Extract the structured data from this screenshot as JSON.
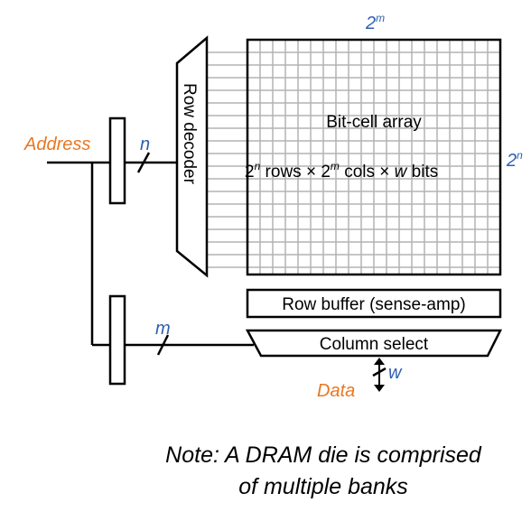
{
  "labels": {
    "address": "Address",
    "n": "n",
    "m": "m",
    "row_decoder": "Row decoder",
    "top_dim": "2",
    "top_dim_exp": "m",
    "right_dim": "2",
    "right_dim_exp": "n",
    "bitcell_title": "Bit-cell array",
    "dims_line": {
      "a_base": "2",
      "a_exp": "n",
      "a_text": " rows ",
      "times1": "×",
      "b_base": " 2",
      "b_exp": "m",
      "b_text": " cols ",
      "times2": "×",
      "w": " w",
      "bits": " bits"
    },
    "row_buffer": "Row buffer (sense-amp)",
    "column_select": "Column select",
    "data": "Data",
    "w": "w"
  },
  "note": {
    "line1": "Note: A DRAM die is comprised",
    "line2": "of multiple banks"
  },
  "colors": {
    "orange": "#E87722",
    "blue": "#2F5FB3",
    "grid": "#b3b3b3",
    "stroke": "#000000"
  }
}
